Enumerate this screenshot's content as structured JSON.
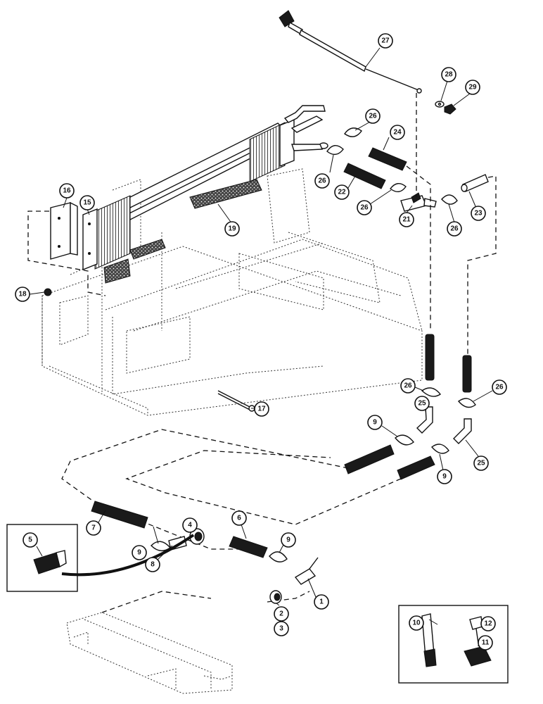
{
  "callouts": [
    {
      "id": "c27",
      "label": "27"
    },
    {
      "id": "c28",
      "label": "28"
    },
    {
      "id": "c29",
      "label": "29"
    },
    {
      "id": "c26a",
      "label": "26"
    },
    {
      "id": "c24",
      "label": "24"
    },
    {
      "id": "c26b",
      "label": "26"
    },
    {
      "id": "c22",
      "label": "22"
    },
    {
      "id": "c26c",
      "label": "26"
    },
    {
      "id": "c21",
      "label": "21"
    },
    {
      "id": "c26d",
      "label": "26"
    },
    {
      "id": "c23",
      "label": "23"
    },
    {
      "id": "c16",
      "label": "16"
    },
    {
      "id": "c15",
      "label": "15"
    },
    {
      "id": "c19",
      "label": "19"
    },
    {
      "id": "c18",
      "label": "18"
    },
    {
      "id": "c17",
      "label": "17"
    },
    {
      "id": "c26e",
      "label": "26"
    },
    {
      "id": "c26f",
      "label": "26"
    },
    {
      "id": "c25a",
      "label": "25"
    },
    {
      "id": "c25b",
      "label": "25"
    },
    {
      "id": "c9a",
      "label": "9"
    },
    {
      "id": "c9b",
      "label": "9"
    },
    {
      "id": "c7",
      "label": "7"
    },
    {
      "id": "c6",
      "label": "6"
    },
    {
      "id": "c9c",
      "label": "9"
    },
    {
      "id": "c9d",
      "label": "9"
    },
    {
      "id": "c4",
      "label": "4"
    },
    {
      "id": "c8",
      "label": "8"
    },
    {
      "id": "c5",
      "label": "5"
    },
    {
      "id": "c1",
      "label": "1"
    },
    {
      "id": "c2",
      "label": "2"
    },
    {
      "id": "c3",
      "label": "3"
    },
    {
      "id": "c10",
      "label": "10"
    },
    {
      "id": "c12",
      "label": "12"
    },
    {
      "id": "c11",
      "label": "11"
    }
  ]
}
